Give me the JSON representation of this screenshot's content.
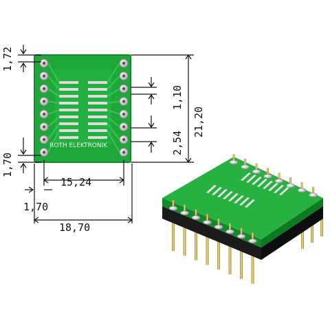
{
  "dimensions": {
    "top_margin": "1,72",
    "bottom_margin": "1,70",
    "side_margin": "1,70",
    "row_span": "15,24",
    "pad_pitch": "1,10",
    "pin_pitch": "2,54",
    "board_height": "21,20",
    "board_width": "18,70"
  },
  "board": {
    "silkscreen_text": "ROTH ELEKTRONIK",
    "pins_per_side": 8,
    "pcb_color": "#1fa83a",
    "pcb_edge_color": "#128a2a",
    "pad_color": "#d9d9d9",
    "pin_color": "#d9c06a"
  }
}
